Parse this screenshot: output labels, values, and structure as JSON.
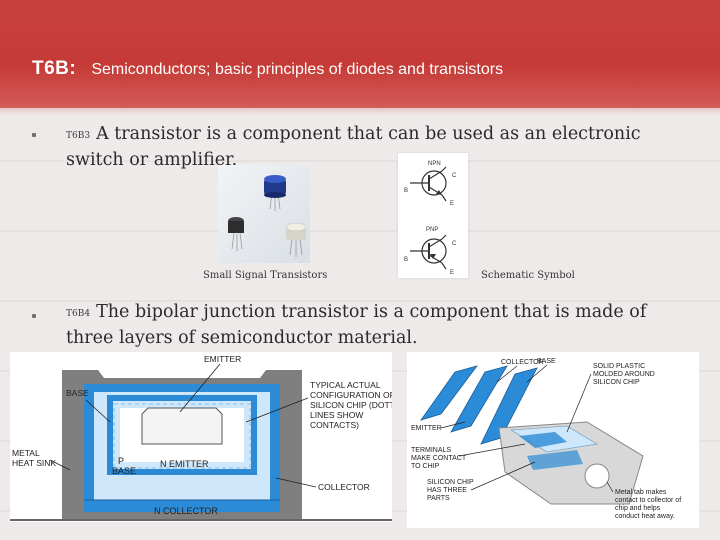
{
  "header": {
    "code": "T6B:",
    "subtitle": "Semiconductors; basic principles of diodes and transistors"
  },
  "bullets": [
    {
      "tag": "T6B3",
      "text": "A transistor is a component that can be used as an electronic switch or amplifier."
    },
    {
      "tag": "T6B4",
      "text": "The bipolar junction transistor is a component that is made of three layers of semiconductor material."
    }
  ],
  "captions": {
    "photo": "Small Signal Transistors",
    "symbol": "Schematic Symbol"
  },
  "symbol_labels": {
    "npn": "NPN",
    "pnp": "PNP",
    "b": "B",
    "c": "C",
    "e": "E"
  },
  "diagram_left": {
    "emitter": "EMITTER",
    "base": "BASE",
    "typical": [
      "TYPICAL ACTUAL",
      "CONFIGURATION OF",
      "SILICON CHIP (DOTTED",
      "LINES SHOW",
      "CONTACTS)"
    ],
    "heatsink": [
      "METAL",
      "HEAT SINK"
    ],
    "p": "P",
    "p_base": "BASE",
    "n_emitter": "N EMITTER",
    "collector": "COLLECTOR",
    "n_collector": "N COLLECTOR"
  },
  "diagram_right": {
    "collector": "COLLECTOR",
    "base": "BASE",
    "solid": [
      "SOLID PLASTIC",
      "MOLDED AROUND",
      "SILICON CHIP"
    ],
    "emitter": "EMITTER",
    "terminals": [
      "TERMINALS",
      "MAKE CONTACT",
      "TO CHIP"
    ],
    "silicon": [
      "SILICON CHIP",
      "HAS THREE",
      "PARTS"
    ],
    "metal_tab": [
      "Metal tab makes",
      "contact to collector of",
      "chip and helps",
      "conduct heat away."
    ]
  }
}
